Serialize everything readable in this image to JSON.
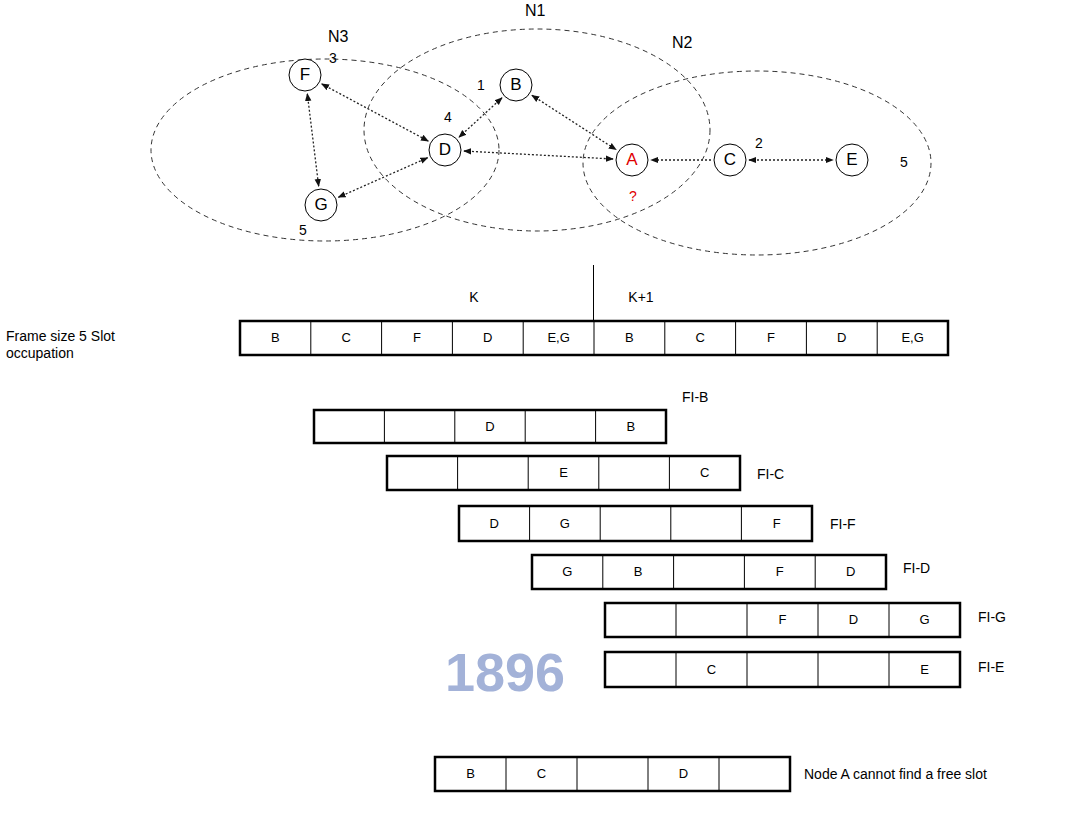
{
  "diagram": {
    "nodes": [
      {
        "text": [
          "N3"
        ]
      },
      {
        "text": [
          "N1"
        ]
      },
      {
        "text": [
          "N2"
        ]
      },
      {
        "text": [
          "F",
          "3"
        ],
        "in": 0
      },
      {
        "text": [
          "B",
          "1"
        ],
        "in": 1
      },
      {
        "text": [
          "D",
          "4"
        ]
      },
      {
        "text": [
          "G",
          "5"
        ],
        "in": 0
      },
      {
        "text": [
          "A",
          "?"
        ]
      },
      {
        "text": [
          "C",
          "2"
        ],
        "in": 2
      },
      {
        "text": [
          "E",
          "5"
        ],
        "in": 2
      }
    ],
    "edges": [
      {
        "from": 3,
        "to": 5,
        "arrow": "both"
      },
      {
        "from": 4,
        "to": 5,
        "arrow": "both"
      },
      {
        "from": 3,
        "to": 6,
        "arrow": "both"
      },
      {
        "from": 6,
        "to": 5,
        "arrow": "both"
      },
      {
        "from": 5,
        "to": 7,
        "arrow": "both"
      },
      {
        "from": 4,
        "to": 7,
        "arrow": "both"
      },
      {
        "from": 8,
        "to": 7,
        "arrow": "to"
      },
      {
        "from": 8,
        "to": 9,
        "arrow": "both"
      }
    ],
    "labels": [
      "Frame size 5 Slot occupation",
      "K",
      "K+1",
      "B",
      "C",
      "F",
      "D",
      "E,G",
      "B",
      "C",
      "F",
      "D",
      "E,G",
      "D",
      "B",
      "FI-B",
      "E",
      "C",
      "FI-C",
      "D",
      "G",
      "F",
      "FI-F",
      "G",
      "B",
      "F",
      "D",
      "FI-D",
      "F",
      "D",
      "G",
      "FI-G",
      "C",
      "E",
      "FI-E",
      "B",
      "C",
      "D",
      "Node A cannot find a free slot",
      "1896"
    ]
  }
}
